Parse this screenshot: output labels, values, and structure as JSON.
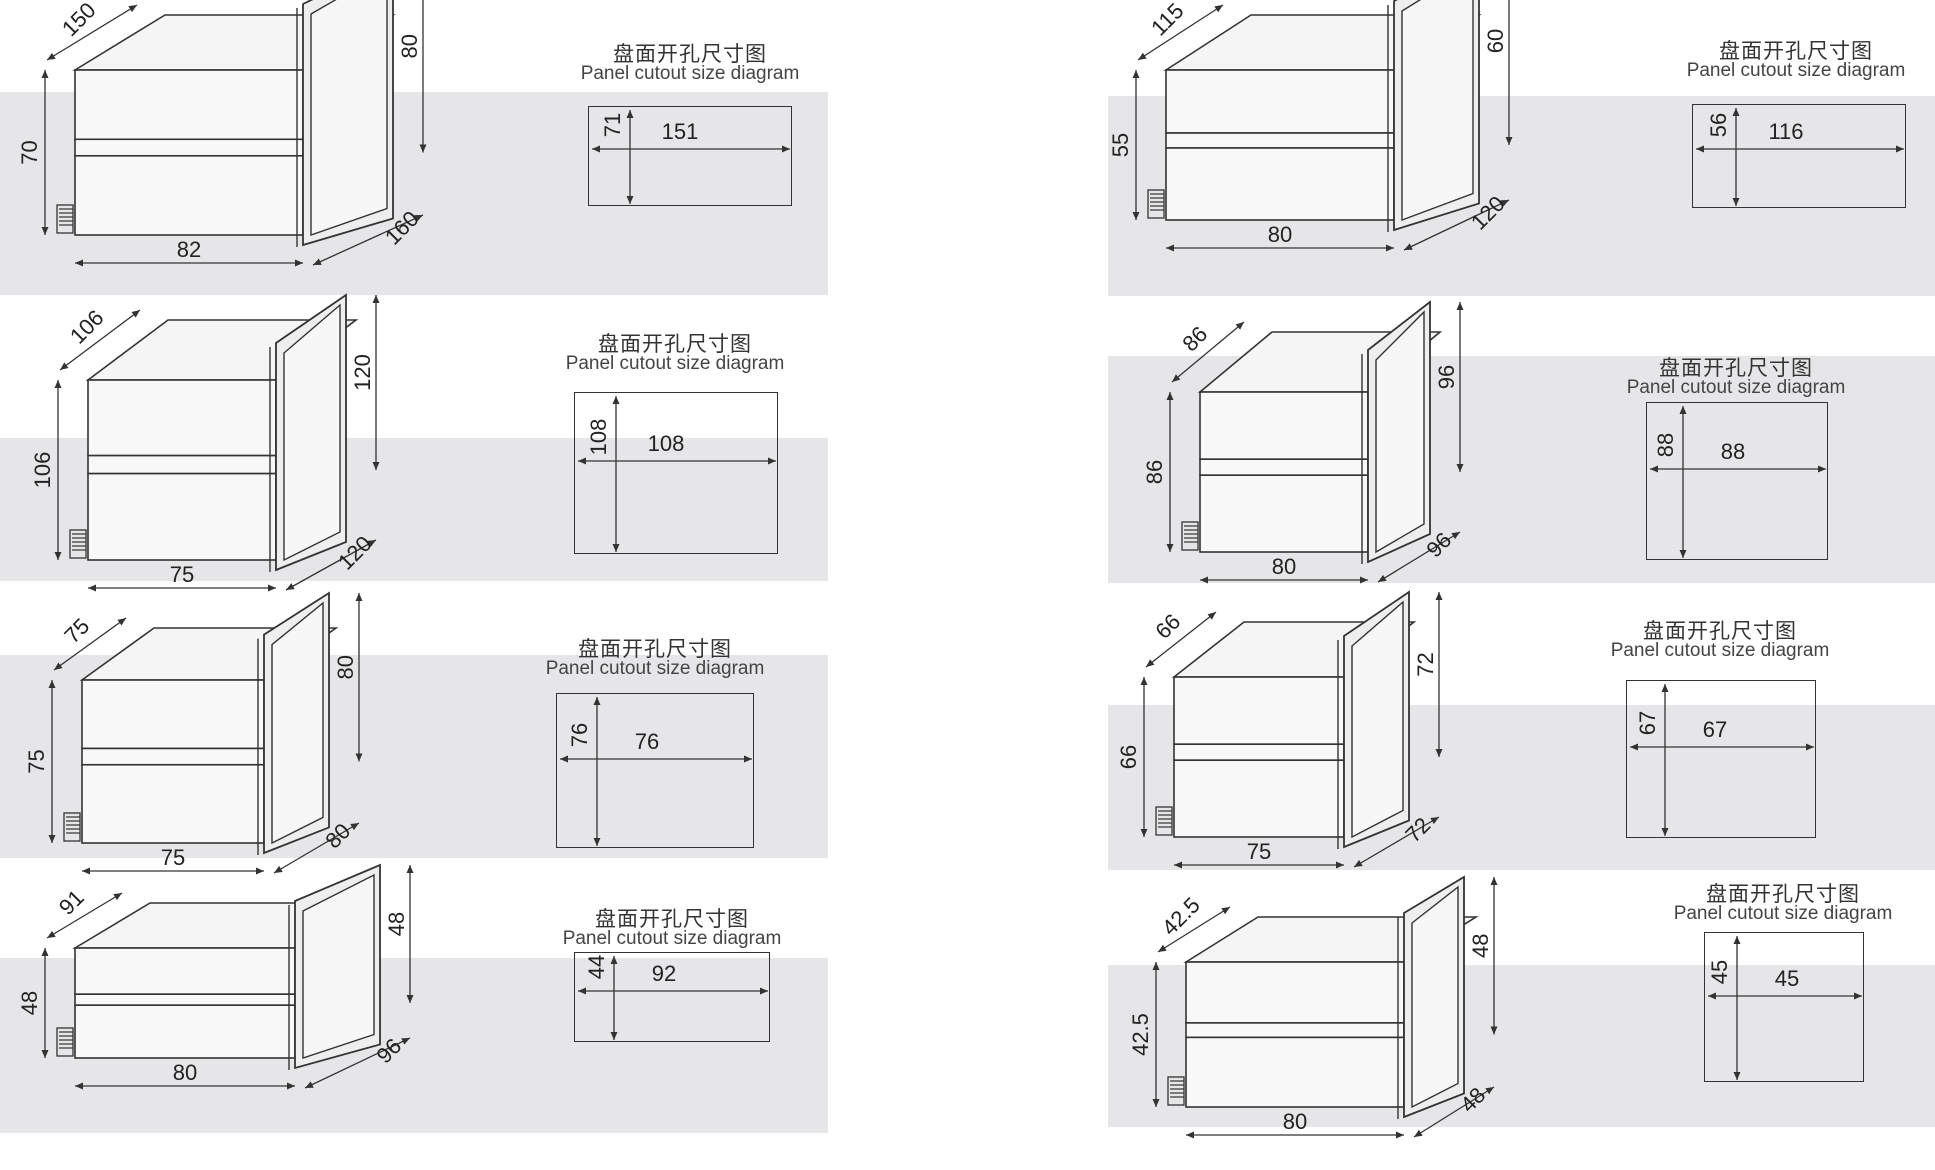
{
  "diagrams": [
    {
      "id": "p1",
      "title_zh": "盘面开孔尺寸图",
      "title_en": "Panel cutout size diagram",
      "depth": "150",
      "height": "70",
      "width": "82",
      "face_h": "80",
      "face_w": "160",
      "cut_h": "71",
      "cut_w": "151"
    },
    {
      "id": "p2",
      "title_zh": "盘面开孔尺寸图",
      "title_en": "Panel cutout size diagram",
      "depth": "106",
      "height": "106",
      "width": "75",
      "face_h": "120",
      "face_w": "120",
      "cut_h": "108",
      "cut_w": "108"
    },
    {
      "id": "p3",
      "title_zh": "盘面开孔尺寸图",
      "title_en": "Panel cutout size diagram",
      "depth": "75",
      "height": "75",
      "width": "75",
      "face_h": "80",
      "face_w": "80",
      "cut_h": "76",
      "cut_w": "76"
    },
    {
      "id": "p4",
      "title_zh": "盘面开孔尺寸图",
      "title_en": "Panel cutout size diagram",
      "depth": "91",
      "height": "48",
      "width": "80",
      "face_h": "48",
      "face_w": "96",
      "cut_h": "44",
      "cut_w": "92"
    },
    {
      "id": "p5",
      "title_zh": "盘面开孔尺寸图",
      "title_en": "Panel cutout size diagram",
      "depth": "115",
      "height": "55",
      "width": "80",
      "face_h": "60",
      "face_w": "120",
      "cut_h": "56",
      "cut_w": "116"
    },
    {
      "id": "p6",
      "title_zh": "盘面开孔尺寸图",
      "title_en": "Panel cutout size diagram",
      "depth": "86",
      "height": "86",
      "width": "80",
      "face_h": "96",
      "face_w": "96",
      "cut_h": "88",
      "cut_w": "88"
    },
    {
      "id": "p7",
      "title_zh": "盘面开孔尺寸图",
      "title_en": "Panel cutout size diagram",
      "depth": "66",
      "height": "66",
      "width": "75",
      "face_h": "72",
      "face_w": "72",
      "cut_h": "67",
      "cut_w": "67"
    },
    {
      "id": "p8",
      "title_zh": "盘面开孔尺寸图",
      "title_en": "Panel cutout size diagram",
      "depth": "42.5",
      "height": "42.5",
      "width": "80",
      "face_h": "48",
      "face_w": "48",
      "cut_h": "45",
      "cut_w": "45"
    }
  ],
  "colors": {
    "band": "#e6e6e8",
    "line": "#333333",
    "face": "#f4f4f4"
  }
}
